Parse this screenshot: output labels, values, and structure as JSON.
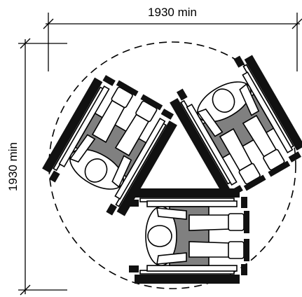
{
  "dimensions": {
    "horizontal": "1930 min",
    "vertical": "1930 min"
  },
  "figure": {
    "wheelchair_count": 3,
    "turning_circle": "dashed"
  }
}
